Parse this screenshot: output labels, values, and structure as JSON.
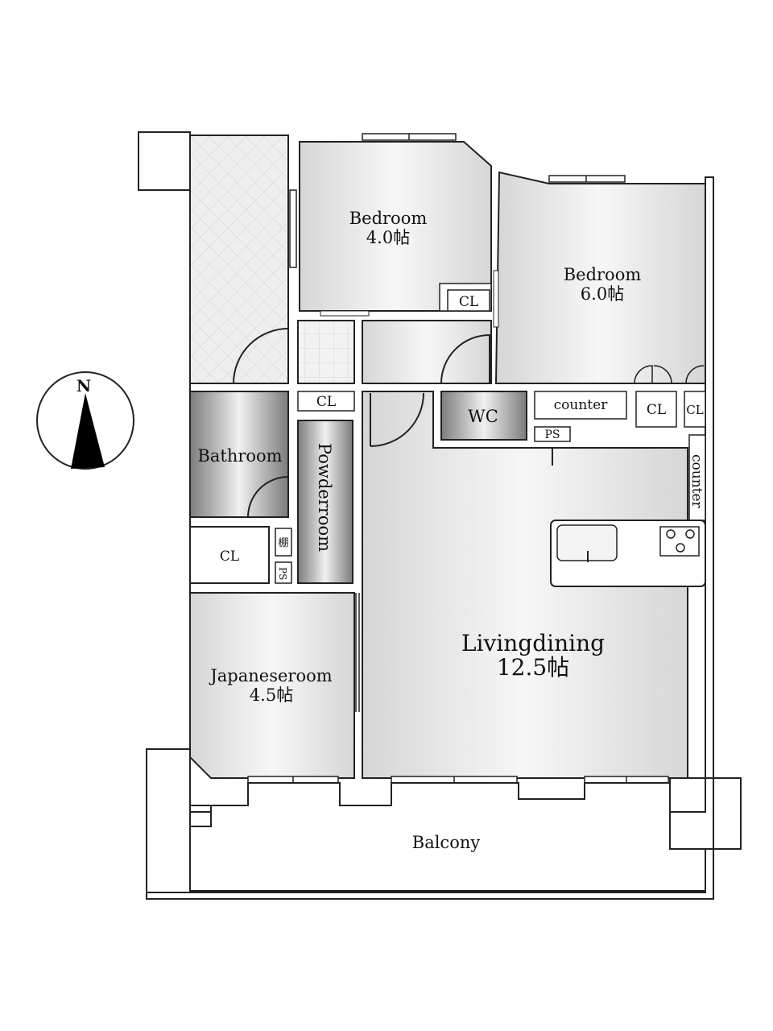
{
  "compass": {
    "north_label": "N"
  },
  "rooms": {
    "bedroom_north": {
      "name": "Bedroom",
      "size": "4.0帖"
    },
    "bedroom_east": {
      "name": "Bedroom",
      "size": "6.0帖"
    },
    "bathroom": {
      "name": "Bathroom"
    },
    "powderroom": {
      "name": "Powderroom"
    },
    "wc": {
      "name": "WC"
    },
    "japanese_room": {
      "name": "Japaneseroom",
      "size": "4.5帖"
    },
    "living_dining": {
      "name": "Livingdining",
      "size": "12.5帖"
    },
    "balcony": {
      "name": "Balcony"
    }
  },
  "storage": {
    "cl_bedroom": "CL",
    "cl_hall": "CL",
    "cl_lower": "CL",
    "cl_counter_1": "CL",
    "cl_counter_2": "CL",
    "shelf": "棚",
    "ps_lower": "PS",
    "ps_wc": "PS",
    "counter_top": "counter",
    "counter_side": "counter"
  },
  "colors": {
    "wall": "#ffffff",
    "wall_stroke": "#222222",
    "room_light": "#f6f6f6",
    "room_mid": "#dcdcdc",
    "wet_dark": "#8a8a8a",
    "compass_fill": "#000000"
  }
}
